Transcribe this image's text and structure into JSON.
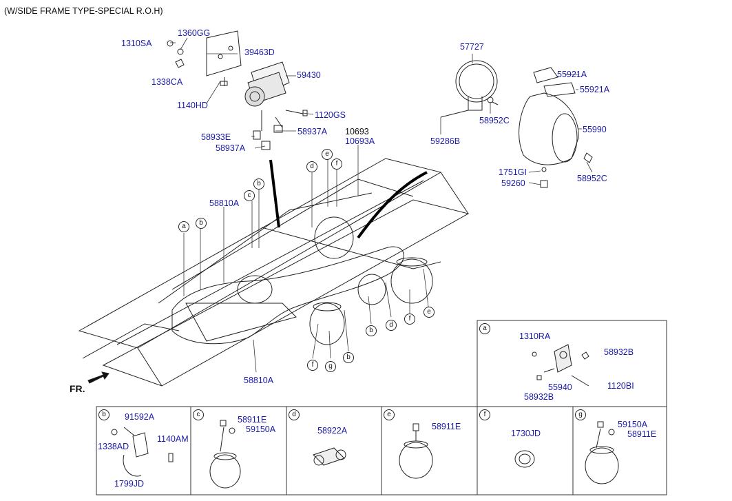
{
  "title": "(W/SIDE FRAME TYPE-SPECIAL R.O.H)",
  "front_marker": "FR.",
  "part_labels": {
    "p1310SA": "1310SA",
    "p1360GG": "1360GG",
    "p39463D": "39463D",
    "p1338CA": "1338CA",
    "p59430": "59430",
    "p1140HD": "1140HD",
    "p1120GS": "1120GS",
    "p58933E": "58933E",
    "p58937A_1": "58937A",
    "p58937A_2": "58937A",
    "p10693": "10693",
    "p10693A": "10693A",
    "p58810A_1": "58810A",
    "p58810A_2": "58810A",
    "p57727": "57727",
    "p55921A_1": "55921A",
    "p55921A_2": "55921A",
    "p58952C_1": "58952C",
    "p55990": "55990",
    "p59286B": "59286B",
    "p1751GI": "1751GI",
    "p59260": "59260",
    "p58952C_2": "58952C"
  },
  "callouts": {
    "a": "a",
    "b": "b",
    "c": "c",
    "d": "d",
    "e": "e",
    "f": "f",
    "g": "g"
  },
  "detail_boxes": {
    "a": {
      "letter": "a",
      "labels": [
        "1310RA",
        "58932B",
        "55940",
        "1120BI",
        "58932B"
      ]
    },
    "b": {
      "letter": "b",
      "labels": [
        "91592A",
        "1338AD",
        "1140AM",
        "1799JD"
      ]
    },
    "c": {
      "letter": "c",
      "labels": [
        "58911E",
        "59150A"
      ]
    },
    "d": {
      "letter": "d",
      "labels": [
        "58922A"
      ]
    },
    "e": {
      "letter": "e",
      "labels": [
        "58911E"
      ]
    },
    "f": {
      "letter": "f",
      "labels": [
        "1730JD"
      ]
    },
    "g": {
      "letter": "g",
      "labels": [
        "59150A",
        "58911E"
      ]
    }
  }
}
